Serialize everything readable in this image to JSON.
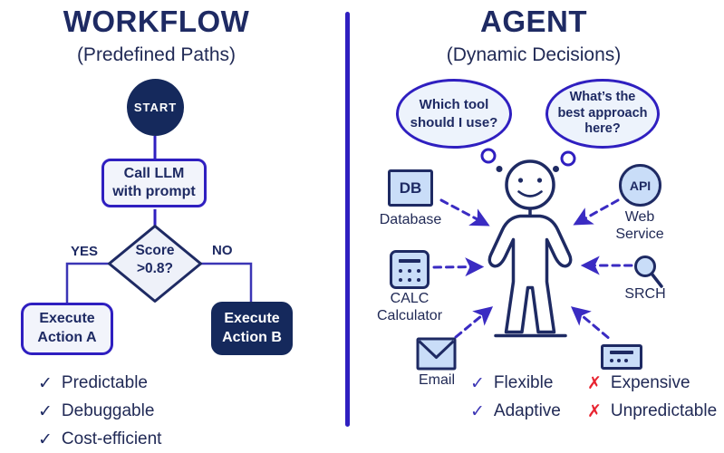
{
  "left_panel": {
    "title": "WORKFLOW",
    "subtitle": "(Predefined Paths)",
    "flowchart": {
      "start_label": "START",
      "call_llm_label": "Call LLM\nwith prompt",
      "decision_label": "Score\n>0.8?",
      "yes_label": "YES",
      "no_label": "NO",
      "action_a_label": "Execute\nAction A",
      "action_b_label": "Execute\nAction B"
    },
    "pros": [
      {
        "mark": "✓",
        "label": "Predictable"
      },
      {
        "mark": "✓",
        "label": "Debuggable"
      },
      {
        "mark": "✓",
        "label": "Cost-efficient"
      }
    ]
  },
  "right_panel": {
    "title": "AGENT",
    "subtitle": "(Dynamic Decisions)",
    "thought_bubbles": [
      {
        "text": "Which tool\nshould I use?"
      },
      {
        "text": "What’s the\nbest approach\nhere?"
      }
    ],
    "tools": {
      "db": {
        "badge": "DB",
        "label": "Database",
        "icon": "database-icon"
      },
      "api": {
        "badge": "API",
        "label": "Web\nService",
        "icon": "api-circle-icon"
      },
      "calc": {
        "label": "CALC\nCalculator",
        "icon": "calculator-icon"
      },
      "srch": {
        "label": "SRCH",
        "icon": "search-icon"
      },
      "email": {
        "label": "Email",
        "icon": "envelope-icon"
      },
      "card": {
        "label": "",
        "icon": "terminal-card-icon"
      }
    },
    "pros": [
      {
        "mark": "✓",
        "label": "Flexible"
      },
      {
        "mark": "✓",
        "label": "Adaptive"
      }
    ],
    "cons": [
      {
        "mark": "✗",
        "label": "Expensive"
      },
      {
        "mark": "✗",
        "label": "Unpredictable"
      }
    ]
  },
  "colors": {
    "navy": "#1e2a63",
    "navy_deep": "#15295c",
    "indigo": "#2f1fc0",
    "indigo_soft": "#3b35b5",
    "arrow": "#3a2bc2",
    "light_blue": "#c9ddf8",
    "pale": "#f2f4fb",
    "diamond_fill": "#eef1f9",
    "bubble_fill": "#edf3fc",
    "ink": "#212a56",
    "red": "#e82330",
    "white": "#ffffff"
  }
}
